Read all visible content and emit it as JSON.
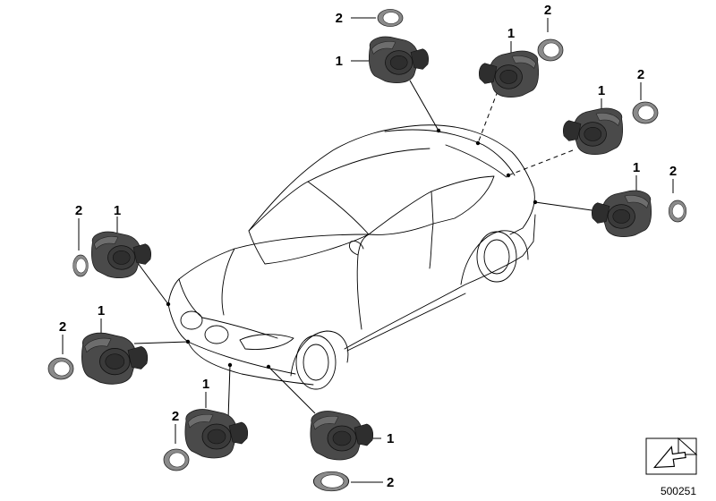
{
  "callouts": {
    "sensor": "1",
    "ring": "2"
  },
  "part_number": "500251",
  "icons": {
    "sensor": "pdc-sensor-icon",
    "ring": "decoupling-ring-icon",
    "corner": "folded-corner-arrow-icon"
  },
  "colors": {
    "sensor": "#4a4a4a",
    "ring": "#8a8a8a",
    "line": "#000000"
  }
}
